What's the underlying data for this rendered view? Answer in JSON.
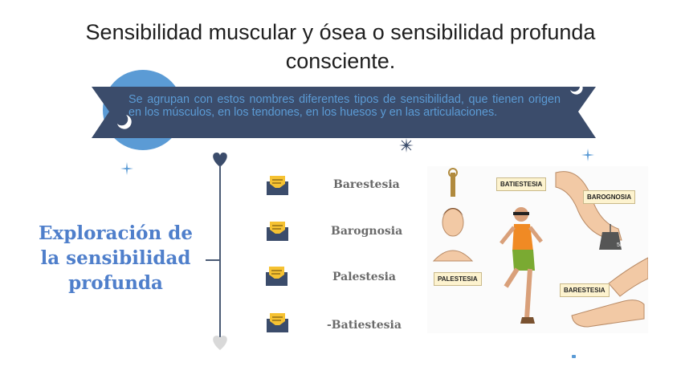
{
  "title": "Sensibilidad muscular y ósea o sensibilidad profunda consciente.",
  "banner": {
    "text": "Se agrupan con estos nombres diferentes tipos de sensibilidad, que tienen origen en los músculos, en los tendones, en los huesos y en las articulaciones."
  },
  "side_title": "Exploración de la sensibilidad profunda",
  "items": [
    {
      "label": "Barestesia",
      "icon": "envelope-icon"
    },
    {
      "label": "Barognosia",
      "icon": "envelope-icon"
    },
    {
      "label": "Palestesia",
      "icon": "envelope-icon"
    },
    {
      "label": "-Batiestesia",
      "icon": "envelope-icon"
    }
  ],
  "illustration": {
    "tags": [
      "BATIESTESIA",
      "BAROGNOSIA",
      "PALESTESIA",
      "BARESTESIA"
    ],
    "weight_label": "5K"
  },
  "colors": {
    "banner": "#3b4c6b",
    "circle": "#5b9bd5",
    "heading_blue": "#4f7fcb",
    "timeline": "#4a5a75"
  }
}
